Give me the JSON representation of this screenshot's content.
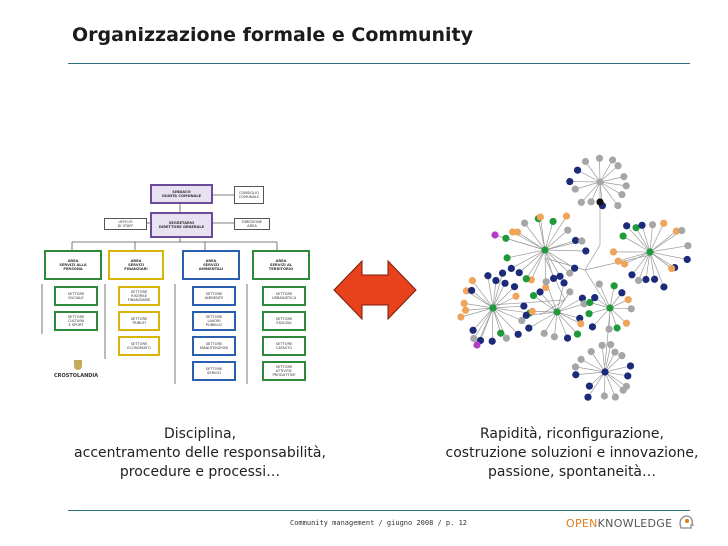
{
  "slide": {
    "title": "Organizzazione formale e Community",
    "left_caption": [
      "Disciplina,",
      "accentramento delle responsabilità,",
      "procedure e processi…"
    ],
    "right_caption": [
      "Rapidità, riconfigurazione,",
      "costruzione soluzioni e innovazione,",
      "passione, spontaneità…"
    ],
    "footer": "Community management / giugno 2008 / p. 12",
    "brand_part1": "OPEN",
    "brand_part2": "KNOWLEDGE"
  },
  "colors": {
    "rule": "#2f6f86",
    "arrow": "#e8421d",
    "node_navy": "#1c2a7a",
    "node_green": "#1f9a3a",
    "node_orange": "#f0a45a",
    "node_grey": "#a6a6a6",
    "node_purple": "#b43cc8",
    "org_border_green": "#2d8a3a",
    "org_border_yellow": "#d8b40a",
    "org_border_blue": "#2a5fb0"
  },
  "org_chart": {
    "top": [
      "SINDACO",
      "GIUNTA COMUNALE"
    ],
    "side_top": [
      "CONSIGLIO",
      "COMUNALE"
    ],
    "direzione": [
      "SEGRETARIO",
      "DIRETTORE GENERALE"
    ],
    "staff_left": [
      "UFFICIO",
      "DI STAFF"
    ],
    "staff_right": [
      "DIREZIONE",
      "AREA"
    ],
    "areas": [
      [
        "AREA",
        "SERVIZI ALLA",
        "PERSONA"
      ],
      [
        "AREA",
        "SERVIZI",
        "FINANZIARI"
      ],
      [
        "AREA",
        "SERVIZI",
        "AMBIENTALI"
      ],
      [
        "AREA",
        "SERVIZI AL",
        "TERRITORIO"
      ]
    ],
    "units": [
      [
        [
          "SETTORE",
          "SOCIALE"
        ],
        [
          "SETTORE",
          "CULTURA",
          "E SPORT"
        ]
      ],
      [
        [
          "SETTORE",
          "RISORSE",
          "FINANZIARIE"
        ],
        [
          "SETTORE",
          "TRIBUTI"
        ],
        [
          "SETTORE",
          "ECONOMATO"
        ]
      ],
      [
        [
          "SETTORE",
          "AMBIENTE"
        ],
        [
          "SETTORE",
          "LAVORI",
          "PUBBLICI"
        ],
        [
          "SETTORE",
          "MANUTENZIONI"
        ],
        [
          "SETTORE",
          "SERVIZI"
        ]
      ],
      [
        [
          "SETTORE",
          "URBANISTICA"
        ],
        [
          "SETTORE",
          "EDILIZIA"
        ],
        [
          "SETTORE",
          "CATASTO"
        ],
        [
          "SETTORE",
          "ATTIVITA'",
          "PRODUTTIVE"
        ]
      ]
    ],
    "logo_text": "CROSTOLANDIA"
  }
}
